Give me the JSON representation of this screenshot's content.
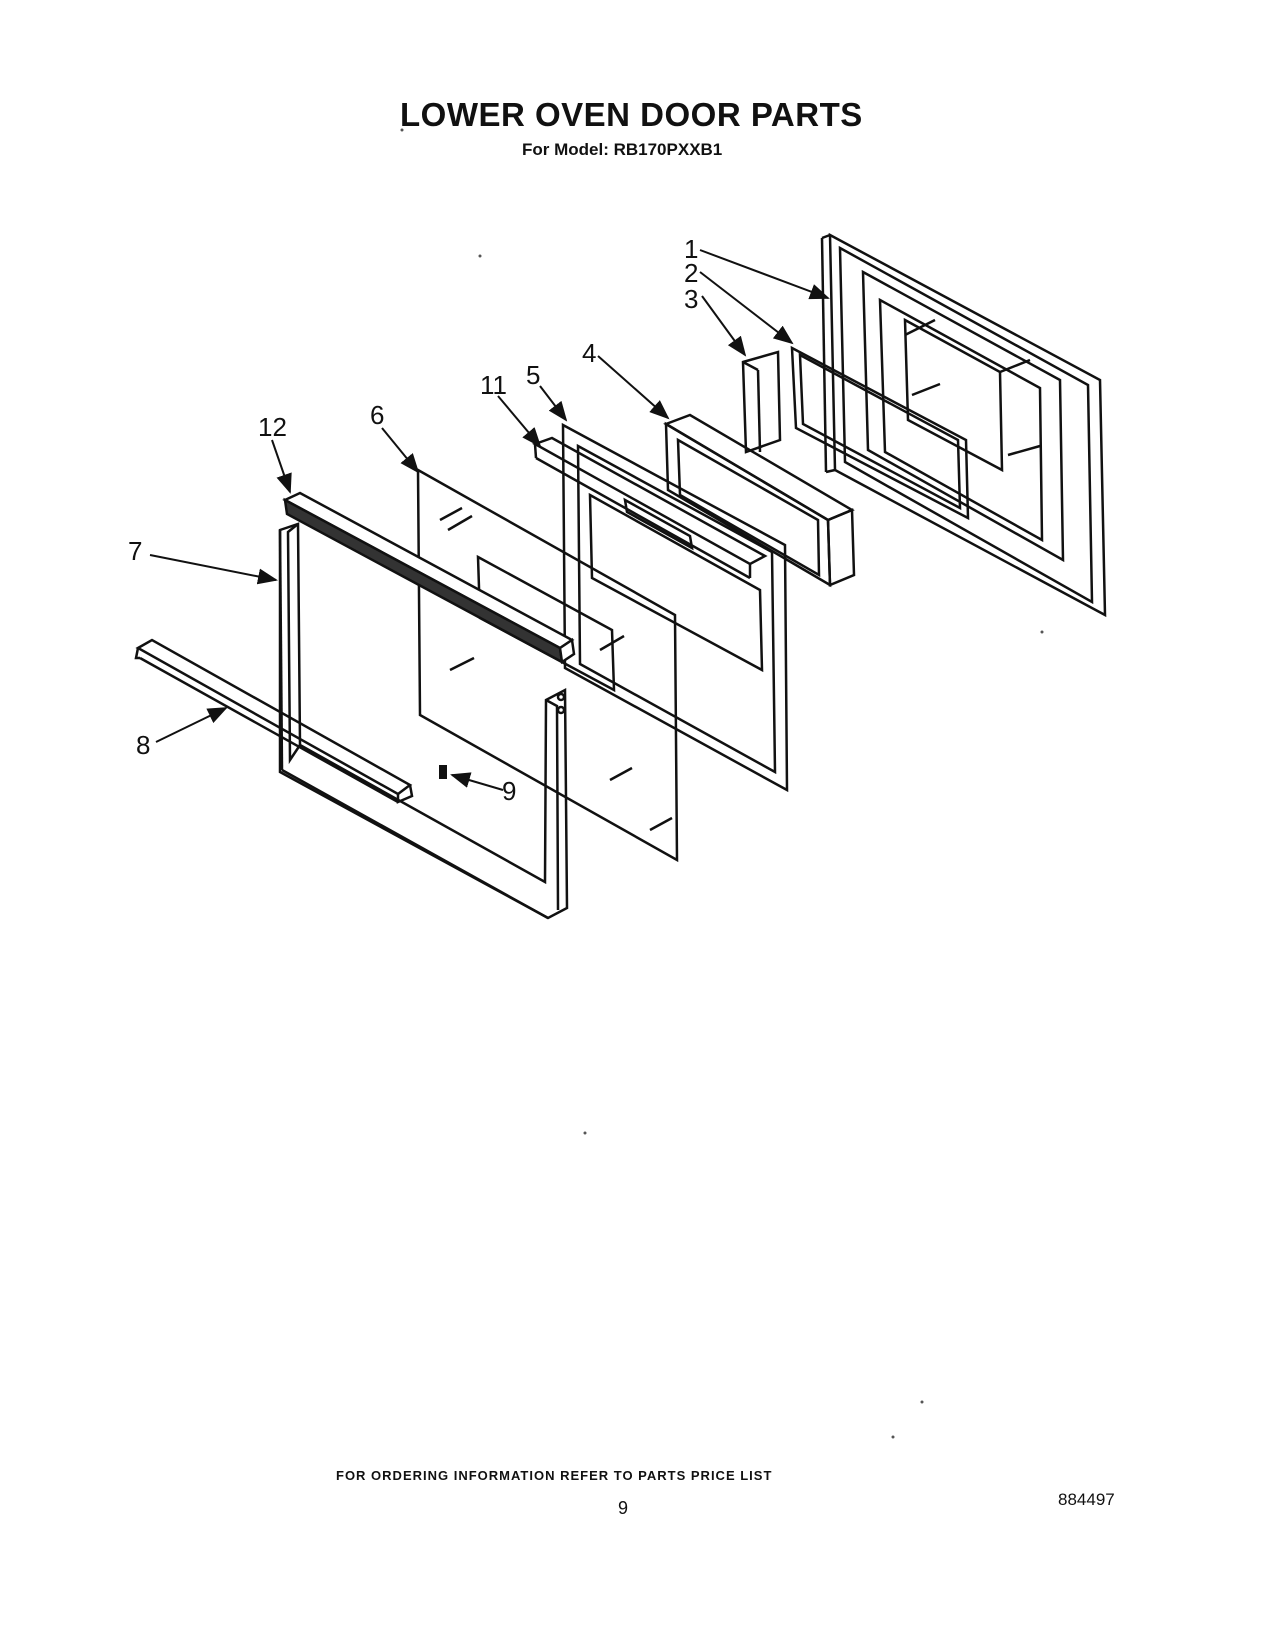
{
  "header": {
    "title": "LOWER OVEN DOOR PARTS",
    "subtitle": "For Model: RB170PXXB1"
  },
  "callouts": {
    "c1": "1",
    "c2": "2",
    "c3": "3",
    "c4": "4",
    "c5": "5",
    "c6": "6",
    "c7": "7",
    "c8": "8",
    "c9": "9",
    "c11": "11",
    "c12": "12"
  },
  "footer": {
    "ordering_note": "FOR ORDERING INFORMATION REFER TO PARTS PRICE LIST",
    "page_number": "9",
    "doc_number": "884497"
  }
}
